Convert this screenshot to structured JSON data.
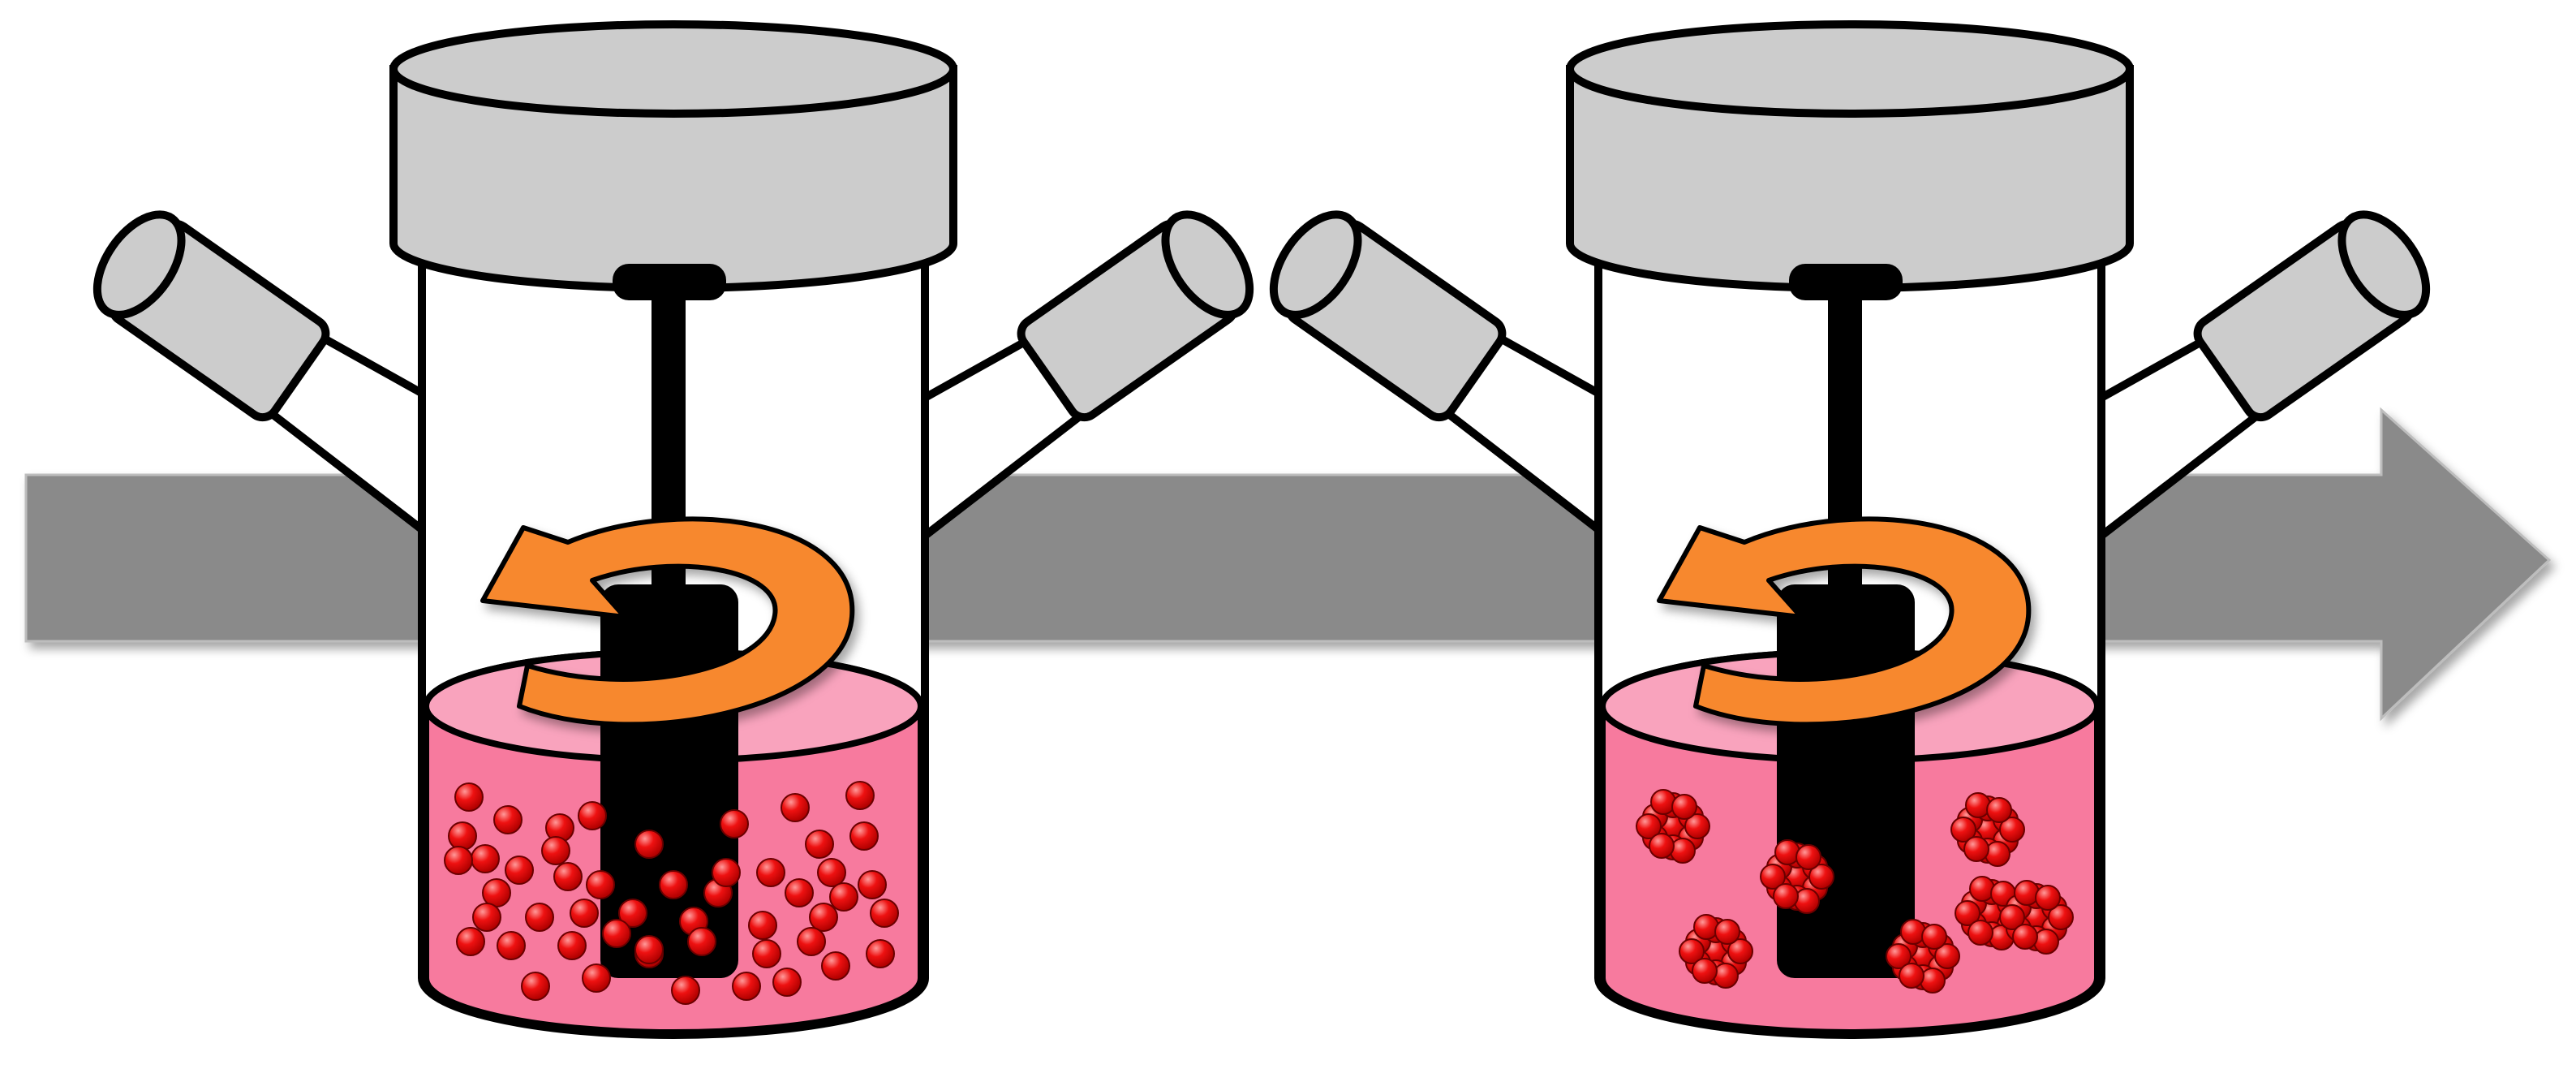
{
  "diagram": {
    "colors": {
      "background": "#ffffff",
      "process_arrow": "#8a8a8a",
      "flask_body": "#ffffff",
      "flask_cap": "#cccccc",
      "outline": "#000000",
      "medium": "#f77a9e",
      "medium_top": "#f9a3bd",
      "impeller": "#000000",
      "rotation_arrow": "#f7882f",
      "cells": "#ee1111"
    },
    "stages": [
      {
        "name": "single-cells",
        "cell_state": "dispersed",
        "cell_count": 50
      },
      {
        "name": "aggregates",
        "cell_state": "aggregated",
        "aggregate_count": 7
      }
    ],
    "process_direction": "left-to-right",
    "rotation": "counter-clockwise"
  }
}
